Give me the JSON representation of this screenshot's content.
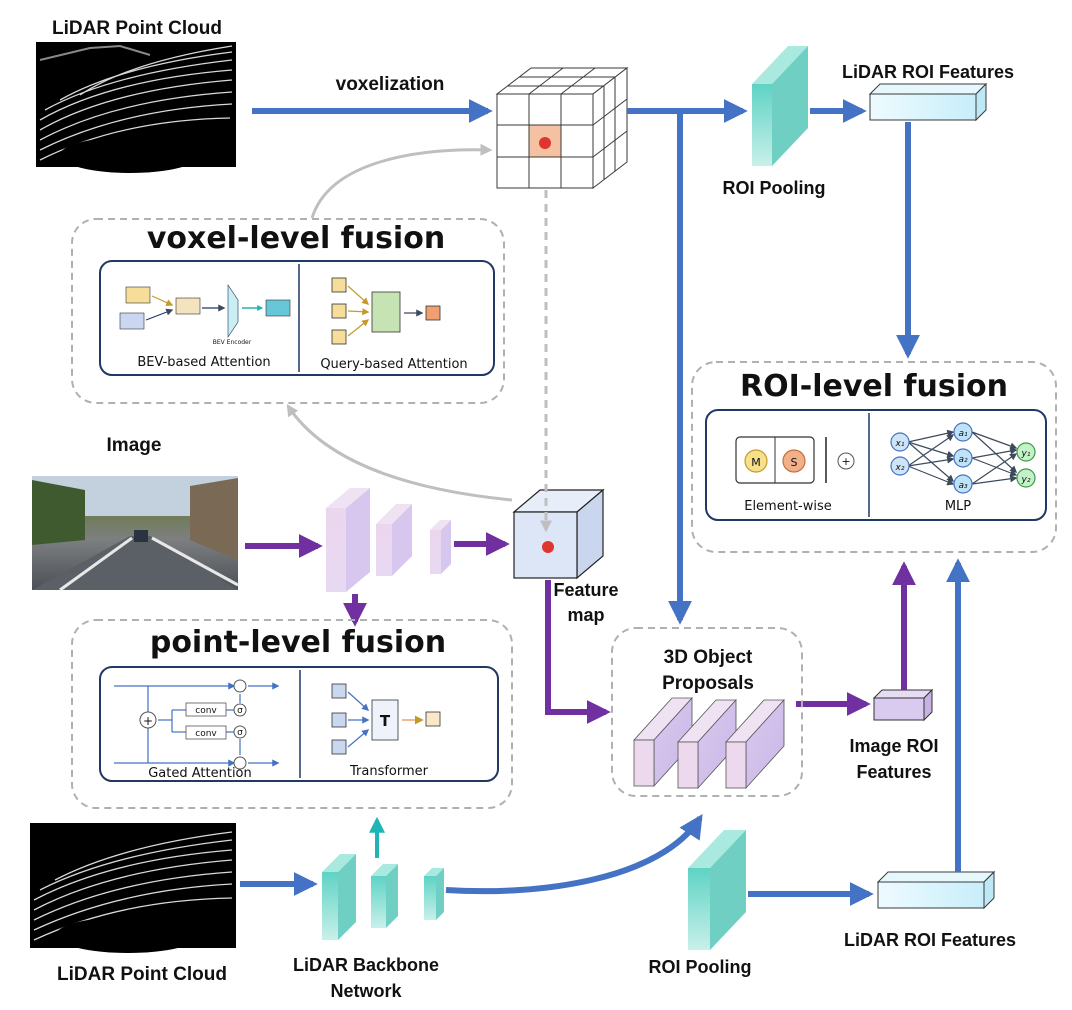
{
  "labels": {
    "lidar_top": "LiDAR Point Cloud",
    "voxelization": "voxelization",
    "lidar_roi_top": "LiDAR ROI Features",
    "roi_pooling_top": "ROI Pooling",
    "image": "Image",
    "feature_map_1": "Feature",
    "feature_map_2": "map",
    "proposals_1": "3D Object",
    "proposals_2": "Proposals",
    "image_roi_1": "Image ROI",
    "image_roi_2": "Features",
    "lidar_bottom": "LiDAR Point Cloud",
    "backbone_1": "LiDAR Backbone",
    "backbone_2": "Network",
    "roi_pooling_bottom": "ROI Pooling",
    "lidar_roi_bottom": "LiDAR ROI Features"
  },
  "voxel_fusion": {
    "title": "voxel-level fusion",
    "left_caption": "BEV-based Attention",
    "encoder_label": "BEV Encoder",
    "right_caption": "Query-based Attention"
  },
  "point_fusion": {
    "title": "point-level fusion",
    "left_caption": "Gated Attention",
    "conv1": "conv",
    "conv2": "conv",
    "sigma": "σ",
    "transformer_letter": "T",
    "right_caption": "Transformer"
  },
  "roi_fusion": {
    "title": "ROI-level fusion",
    "m": "M",
    "s": "S",
    "plus": "+",
    "left_caption": "Element-wise",
    "right_caption": "MLP",
    "x1": "x₁",
    "x2": "x₂",
    "a1": "a₁",
    "a2": "a₂",
    "a3": "a₃",
    "y1": "y₁",
    "y2": "y₂"
  },
  "colors": {
    "blue_arrow": "#4472c4",
    "purple_arrow": "#7030a0",
    "teal_arrow": "#1fb5b5",
    "gray_arrow": "#bfbfbf",
    "dashed_box": "#b0b0b0",
    "panel_border": "#1f3864",
    "feature_cube": "#dce6f7"
  }
}
